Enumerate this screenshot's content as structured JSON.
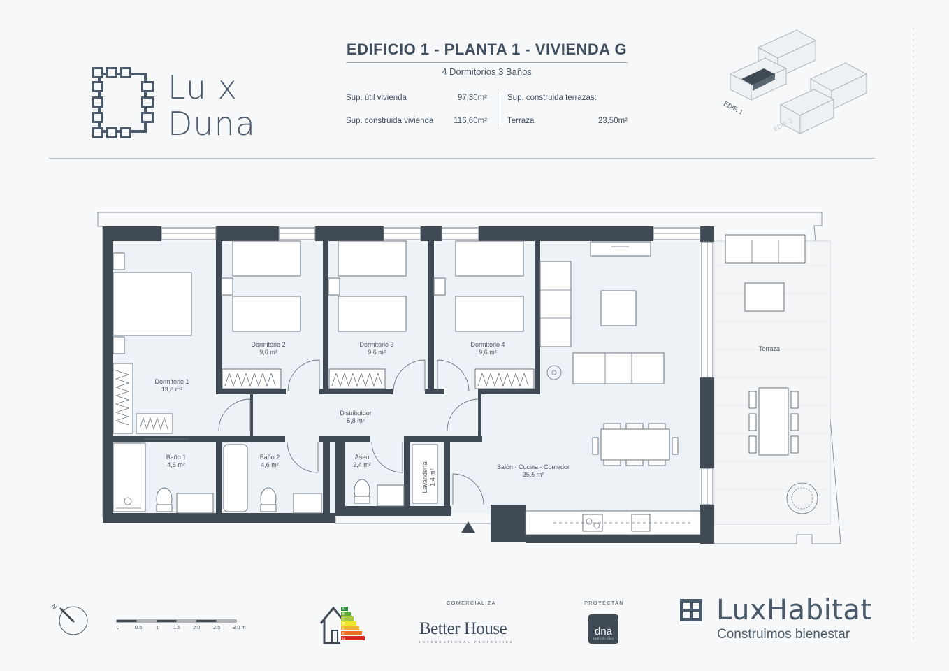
{
  "header": {
    "logo": {
      "line1": "Lu x",
      "line2": "Duna"
    },
    "title": "EDIFICIO 1 - PLANTA  1 - VIVIENDA G",
    "subtitle": "4 Dormitorios  3 Baños",
    "specs": {
      "util_label": "Sup. útil vivienda",
      "util_value": "97,30m²",
      "built_label": "Sup. construida vivienda",
      "built_value": "116,60m²",
      "terr_heading": "Sup. construida terrazas:",
      "terr_label": "Terraza",
      "terr_value": "23,50m²"
    },
    "keyplan": {
      "edif1": "EDIF. 1",
      "edif2": "EDIF. 2"
    }
  },
  "rooms": [
    {
      "id": "dormitorio-1",
      "name": "Dormitorio 1",
      "area": "13,8 m²"
    },
    {
      "id": "dormitorio-2",
      "name": "Dormitorio 2",
      "area": "9,6 m²"
    },
    {
      "id": "dormitorio-3",
      "name": "Dormitorio 3",
      "area": "9,6 m²"
    },
    {
      "id": "dormitorio-4",
      "name": "Dormitorio 4",
      "area": "9,6 m²"
    },
    {
      "id": "distribuidor",
      "name": "Distribuidor",
      "area": "5,8 m²"
    },
    {
      "id": "bano-1",
      "name": "Baño 1",
      "area": "4,6 m²"
    },
    {
      "id": "bano-2",
      "name": "Baño 2",
      "area": "4,6 m²"
    },
    {
      "id": "aseo",
      "name": "Aseo",
      "area": "2,4 m²"
    },
    {
      "id": "lavanderia",
      "name": "Lavandería",
      "area": "1,4 m²"
    },
    {
      "id": "salon",
      "name": "Salón - Cocina - Comedor",
      "area": "35,5 m²"
    },
    {
      "id": "terraza",
      "name": "Terraza",
      "area": ""
    }
  ],
  "footer": {
    "scale": [
      "0",
      "0.5",
      "1",
      "1.5",
      "2.0",
      "2.5",
      "3.0 m"
    ],
    "compass": "N",
    "energy_letters": [
      "A",
      "B",
      "C",
      "D",
      "E",
      "F",
      "G"
    ],
    "comercializa": "COMERCIALIZA",
    "better_house": "Better House",
    "better_house_sub": "INTERNATIONAL PROPERTIES",
    "proyectan": "PROYECTAN",
    "dna": "dna",
    "dna_sub": "BARCELONA",
    "brand": "LuxHabitat",
    "tagline": "Construimos bienestar"
  },
  "colors": {
    "wall": "#3f4a55",
    "floor": "#edf2f7",
    "line": "#5a6672",
    "text": "#3f4f5f"
  }
}
